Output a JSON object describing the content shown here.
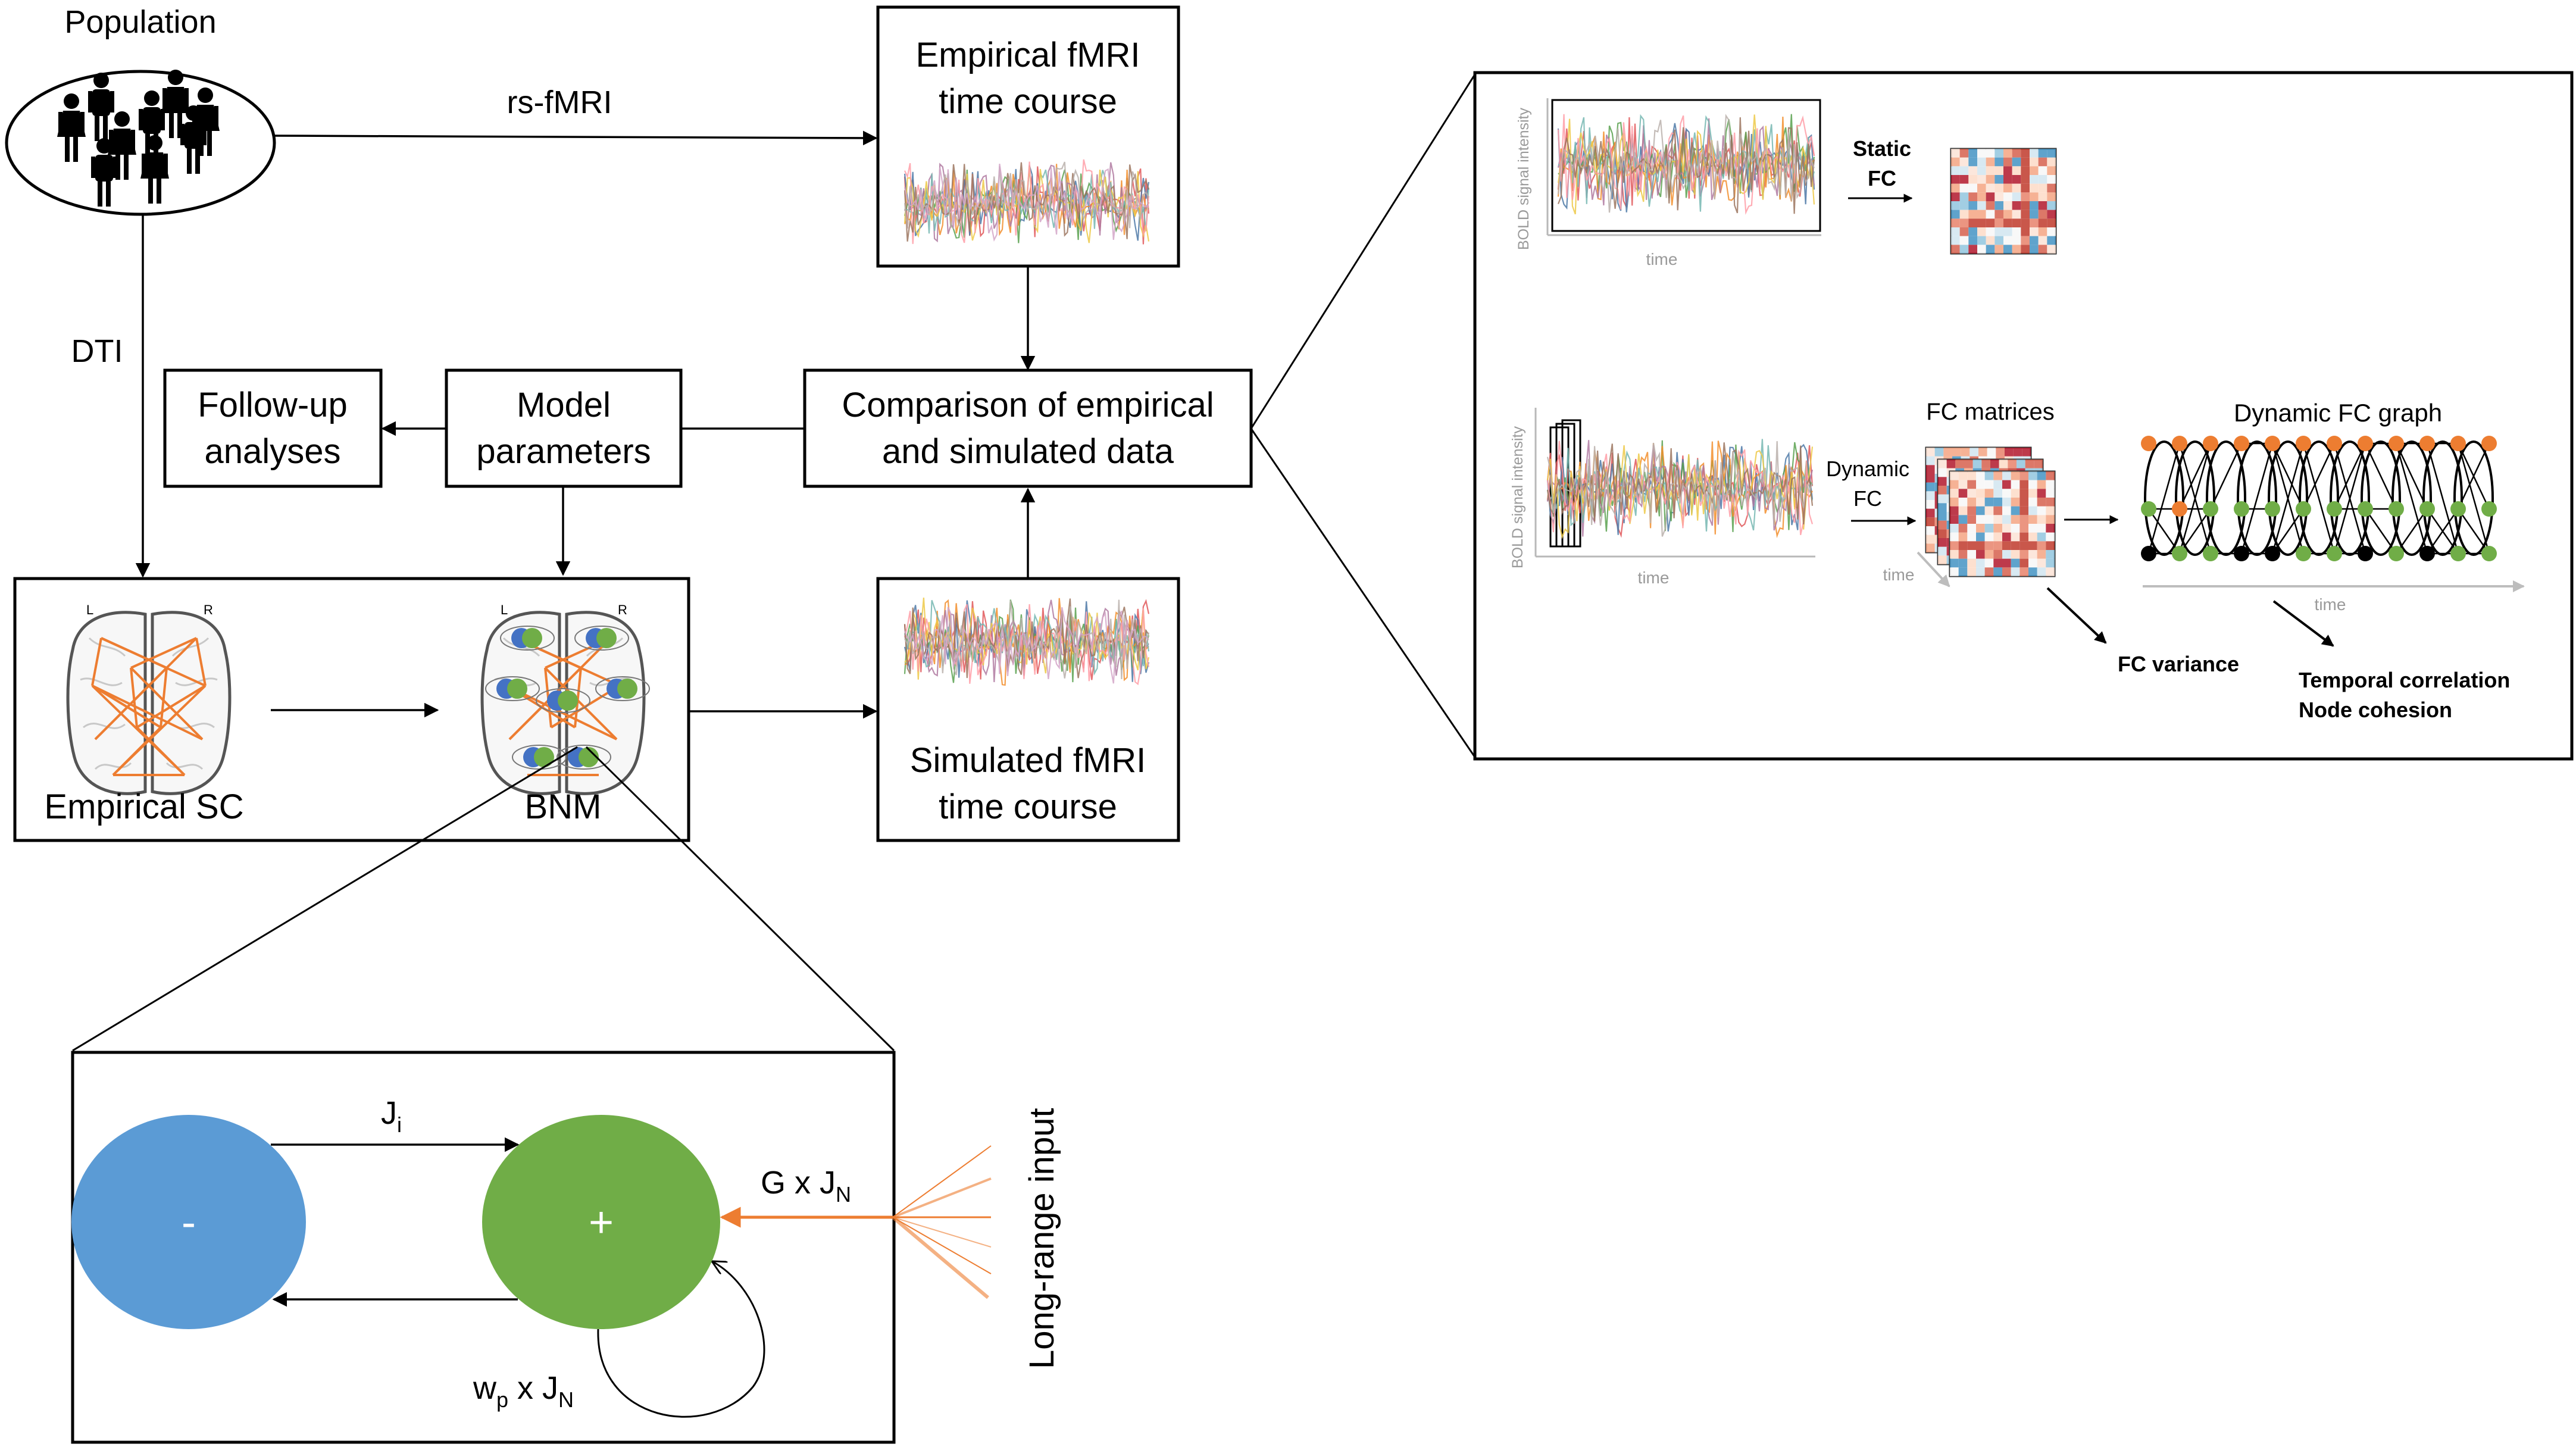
{
  "colors": {
    "orange": "#ED7D31",
    "green": "#70AD47",
    "blue": "#5B9BD5",
    "black": "#000000",
    "grey": "#9a9a9a",
    "matrix_red": "#C0504D",
    "matrix_blue": "#4F81BD"
  },
  "population": {
    "label": "Population",
    "icon": "people-group-icon"
  },
  "edges": {
    "rs_fmri": "rs-fMRI",
    "dti": "DTI"
  },
  "boxes": {
    "empirical_fmri": [
      "Empirical fMRI",
      "time course"
    ],
    "comparison": [
      "Comparison of  empirical",
      "and simulated data"
    ],
    "model_parameters": [
      "Model",
      "parameters"
    ],
    "follow_up": [
      "Follow-up",
      "analyses"
    ],
    "simulated_fmri": [
      "Simulated fMRI",
      "time course"
    ]
  },
  "brains": {
    "empirical_sc": "Empirical SC",
    "bnm": "BNM",
    "left": "L",
    "right": "R"
  },
  "detail": {
    "ylabel": "BOLD signal intensity",
    "xlabel": "time",
    "static_fc": [
      "Static",
      "FC"
    ],
    "dynamic_fc": [
      "Dynamic",
      "FC"
    ],
    "fc_matrices": "FC matrices",
    "dynamic_fc_graph": "Dynamic FC graph",
    "matrix_time": "time",
    "graph_time": "time",
    "fc_variance": "FC variance",
    "temporal_correlation": "Temporal correlation",
    "node_cohesion": "Node cohesion"
  },
  "model": {
    "inhibitory": "-",
    "excitatory": "+",
    "ji_base": "J",
    "ji_sub": "i",
    "g_text": "G x J",
    "g_sub": "N",
    "wp_w": "w",
    "wp_p": "p",
    "wp_x": " x J",
    "wp_n": "N",
    "long_range": "Long-range input"
  }
}
